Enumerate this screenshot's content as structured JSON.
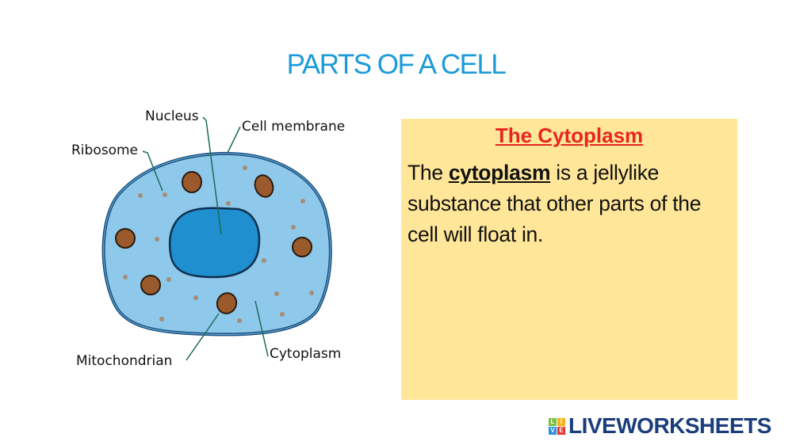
{
  "title": "PARTS OF A CELL",
  "diagram": {
    "labels": {
      "nucleus": "Nucleus",
      "cell_membrane": "Cell membrane",
      "ribosome": "Ribosome",
      "mitochondrian": "Mitochondrian",
      "cytoplasm": "Cytoplasm"
    }
  },
  "note": {
    "heading": "The Cytoplasm",
    "text_before": "The ",
    "term": "cytoplasm",
    "text_after": " is a jellylike substance that other parts of the cell will float in."
  },
  "brand": {
    "letters": [
      "L",
      "I",
      "V",
      "E"
    ],
    "name": "LIVEWORKSHEETS"
  },
  "colors": {
    "title": "#1c9bd8",
    "heading": "#e8261f",
    "note_bg": "#ffe699",
    "cytoplasm": "#8ec9ec",
    "nucleus": "#1f8fcf",
    "brand": "#1a3d7c"
  }
}
